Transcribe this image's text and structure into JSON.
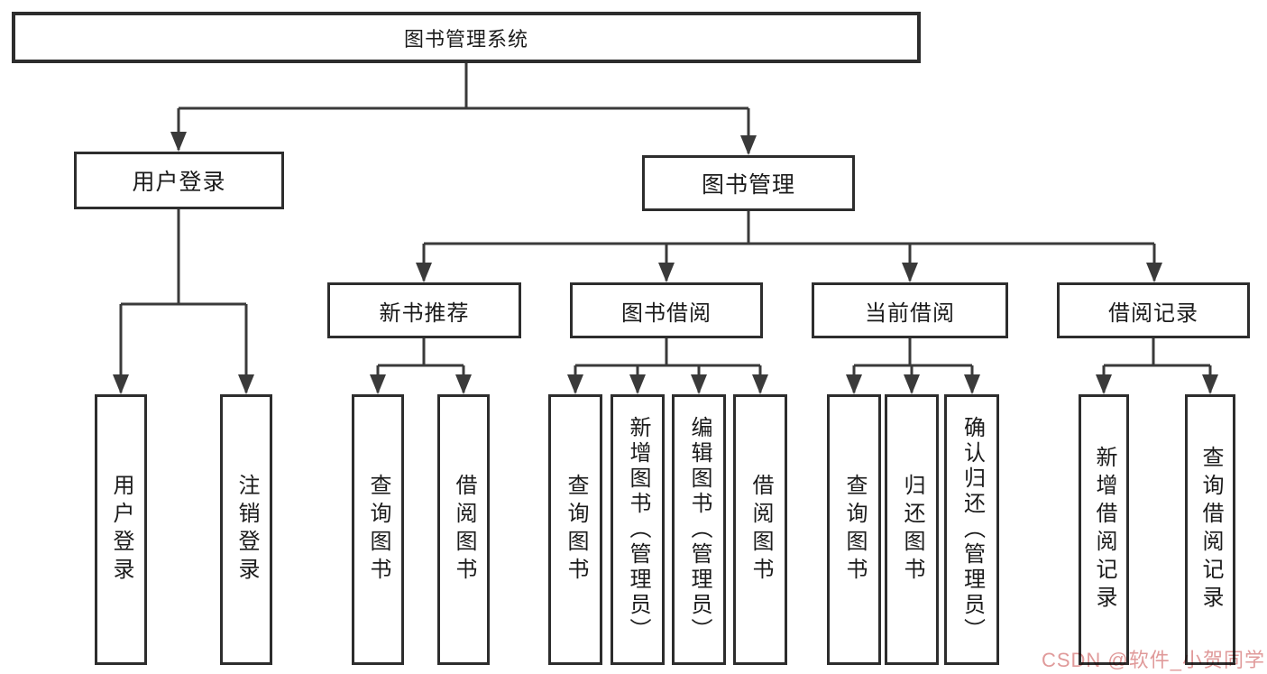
{
  "title": "图书管理系统",
  "tree": {
    "root": {
      "label": "图书管理系统"
    },
    "branches": [
      {
        "label": "用户登录",
        "children": [
          {
            "label": "用户登录"
          },
          {
            "label": "注销登录"
          }
        ]
      },
      {
        "label": "图书管理",
        "children": [
          {
            "label": "新书推荐",
            "children": [
              {
                "label": "查询图书"
              },
              {
                "label": "借阅图书"
              }
            ]
          },
          {
            "label": "图书借阅",
            "children": [
              {
                "label": "查询图书"
              },
              {
                "label": "新增图书（管理员）"
              },
              {
                "label": "编辑图书（管理员）"
              },
              {
                "label": "借阅图书"
              }
            ]
          },
          {
            "label": "当前借阅",
            "children": [
              {
                "label": "查询图书"
              },
              {
                "label": "归还图书"
              },
              {
                "label": "确认归还（管理员）"
              }
            ]
          },
          {
            "label": "借阅记录",
            "children": [
              {
                "label": "新增借阅记录"
              },
              {
                "label": "查询借阅记录"
              }
            ]
          }
        ]
      }
    ]
  },
  "watermark": {
    "text": "CSDN @软件_小贺同学",
    "color": "#e09a9a"
  },
  "style": {
    "line_color": "#3a3a3a",
    "box_border_color": "#2d2d2d",
    "text_color": "#1b1b1b",
    "background": "#ffffff"
  }
}
